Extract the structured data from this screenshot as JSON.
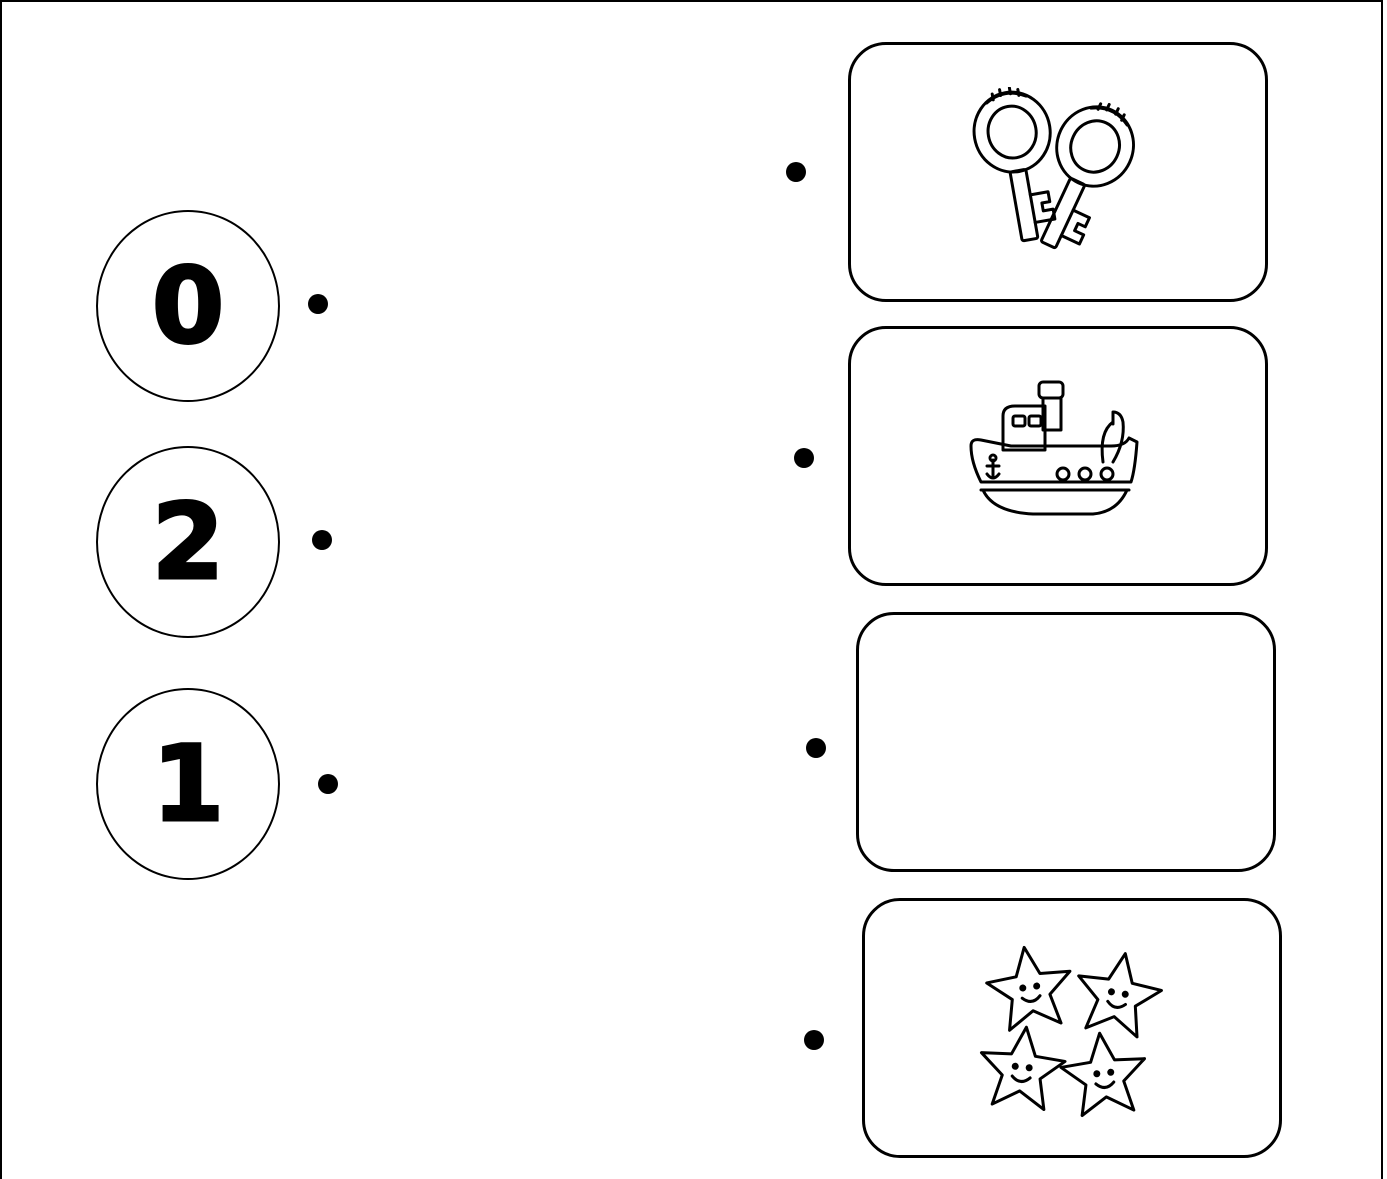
{
  "numbers": [
    {
      "label": "0"
    },
    {
      "label": "2"
    },
    {
      "label": "1"
    }
  ],
  "pictures": [
    {
      "icon": "keys-icon",
      "count": 2
    },
    {
      "icon": "ship-icon",
      "count": 1
    },
    {
      "icon": "empty-box",
      "count": 0
    },
    {
      "icon": "stars-icon",
      "count": 4
    }
  ]
}
